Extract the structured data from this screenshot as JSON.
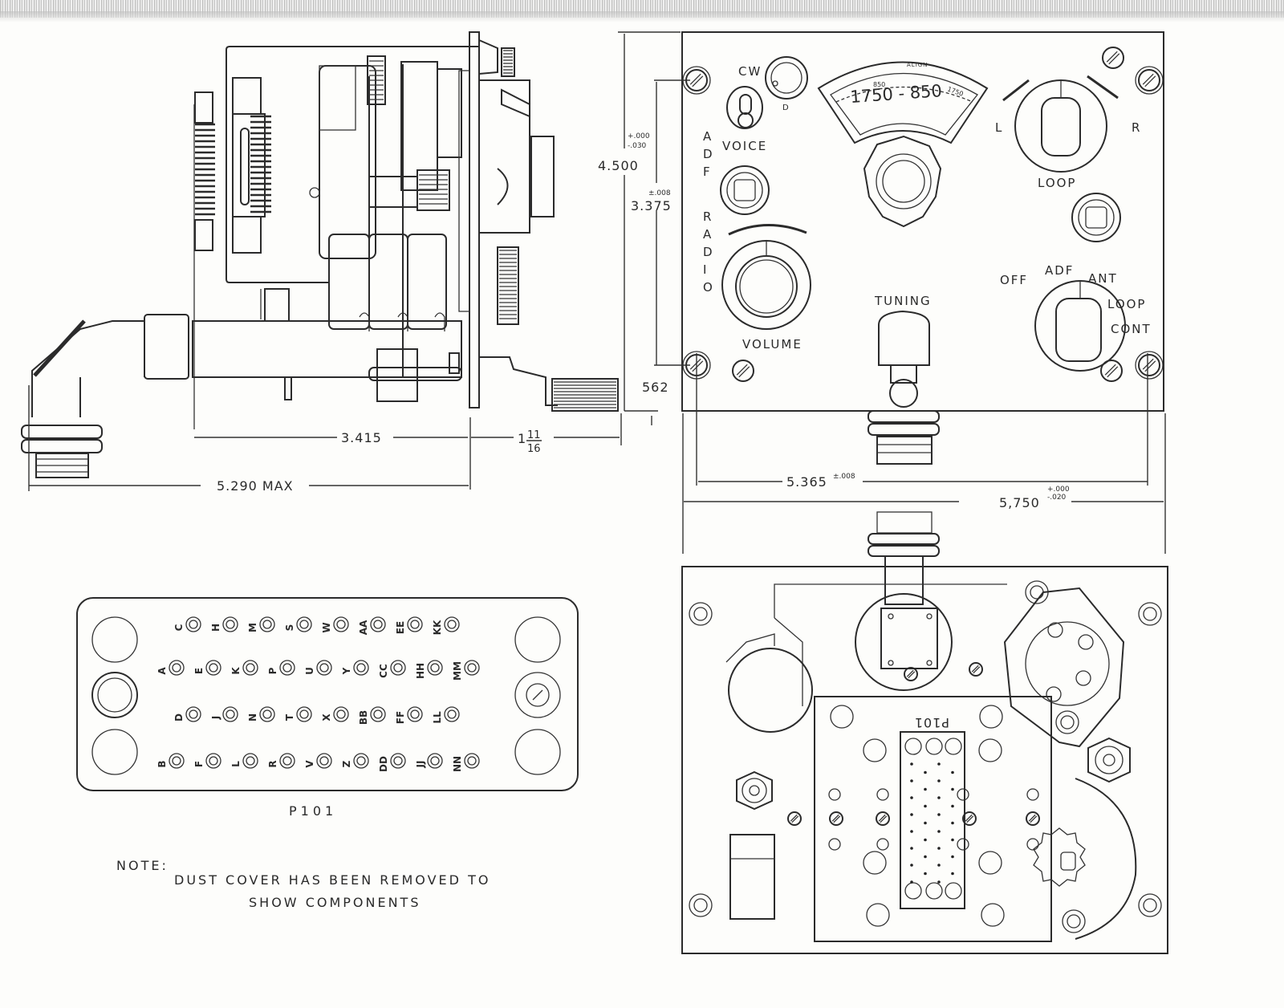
{
  "drawing": {
    "title": "ADF Radio Control Panel – Outline and Connector Drawing",
    "front_panel": {
      "side_label": "ADF RADIO",
      "side_letters": [
        "A",
        "D",
        "F",
        "R",
        "A",
        "D",
        "I",
        "O"
      ],
      "controls": {
        "cw": "CW",
        "voice": "VOICE",
        "volume": "VOLUME",
        "tuning": "TUNING",
        "loop": "LOOP",
        "loop_left": "L",
        "loop_right": "R",
        "function_off": "OFF",
        "function_adf": "ADF",
        "function_ant": "ANT",
        "function_loop": "LOOP",
        "function_cont": "CONT",
        "cw_knob_mark": "D"
      },
      "dial": {
        "band": "1750 - 850",
        "low_mark": "850",
        "high_mark": "1750",
        "align_label": "ALIGN"
      }
    },
    "dimensions": {
      "overall_height": "4.500",
      "overall_height_tol_plus": "+.000",
      "overall_height_tol_minus": "-.030",
      "mount_height": "3.375",
      "mount_height_tol": "±.008",
      "bottom_offset": "562",
      "depth_body": "3.415",
      "depth_front_whole": "1",
      "depth_front_num": "11",
      "depth_front_den": "16",
      "depth_max": "5.290 MAX",
      "mount_width": "5.365",
      "mount_width_tol": "±.008",
      "overall_width": "5,750",
      "overall_width_tol_plus": "+.000",
      "overall_width_tol_minus": "-.020"
    },
    "connector": {
      "name": "P101",
      "rear_label": "P101",
      "rows": [
        [
          "C",
          "H",
          "M",
          "S",
          "W",
          "AA",
          "EE",
          "KK"
        ],
        [
          "A",
          "E",
          "K",
          "P",
          "U",
          "Y",
          "CC",
          "HH",
          "MM"
        ],
        [
          "D",
          "J",
          "N",
          "T",
          "X",
          "BB",
          "FF",
          "LL"
        ],
        [
          "B",
          "F",
          "L",
          "R",
          "V",
          "Z",
          "DD",
          "JJ",
          "NN"
        ]
      ]
    },
    "note": {
      "heading": "NOTE:",
      "line1": "DUST COVER HAS BEEN REMOVED TO",
      "line2": "SHOW COMPONENTS"
    }
  }
}
